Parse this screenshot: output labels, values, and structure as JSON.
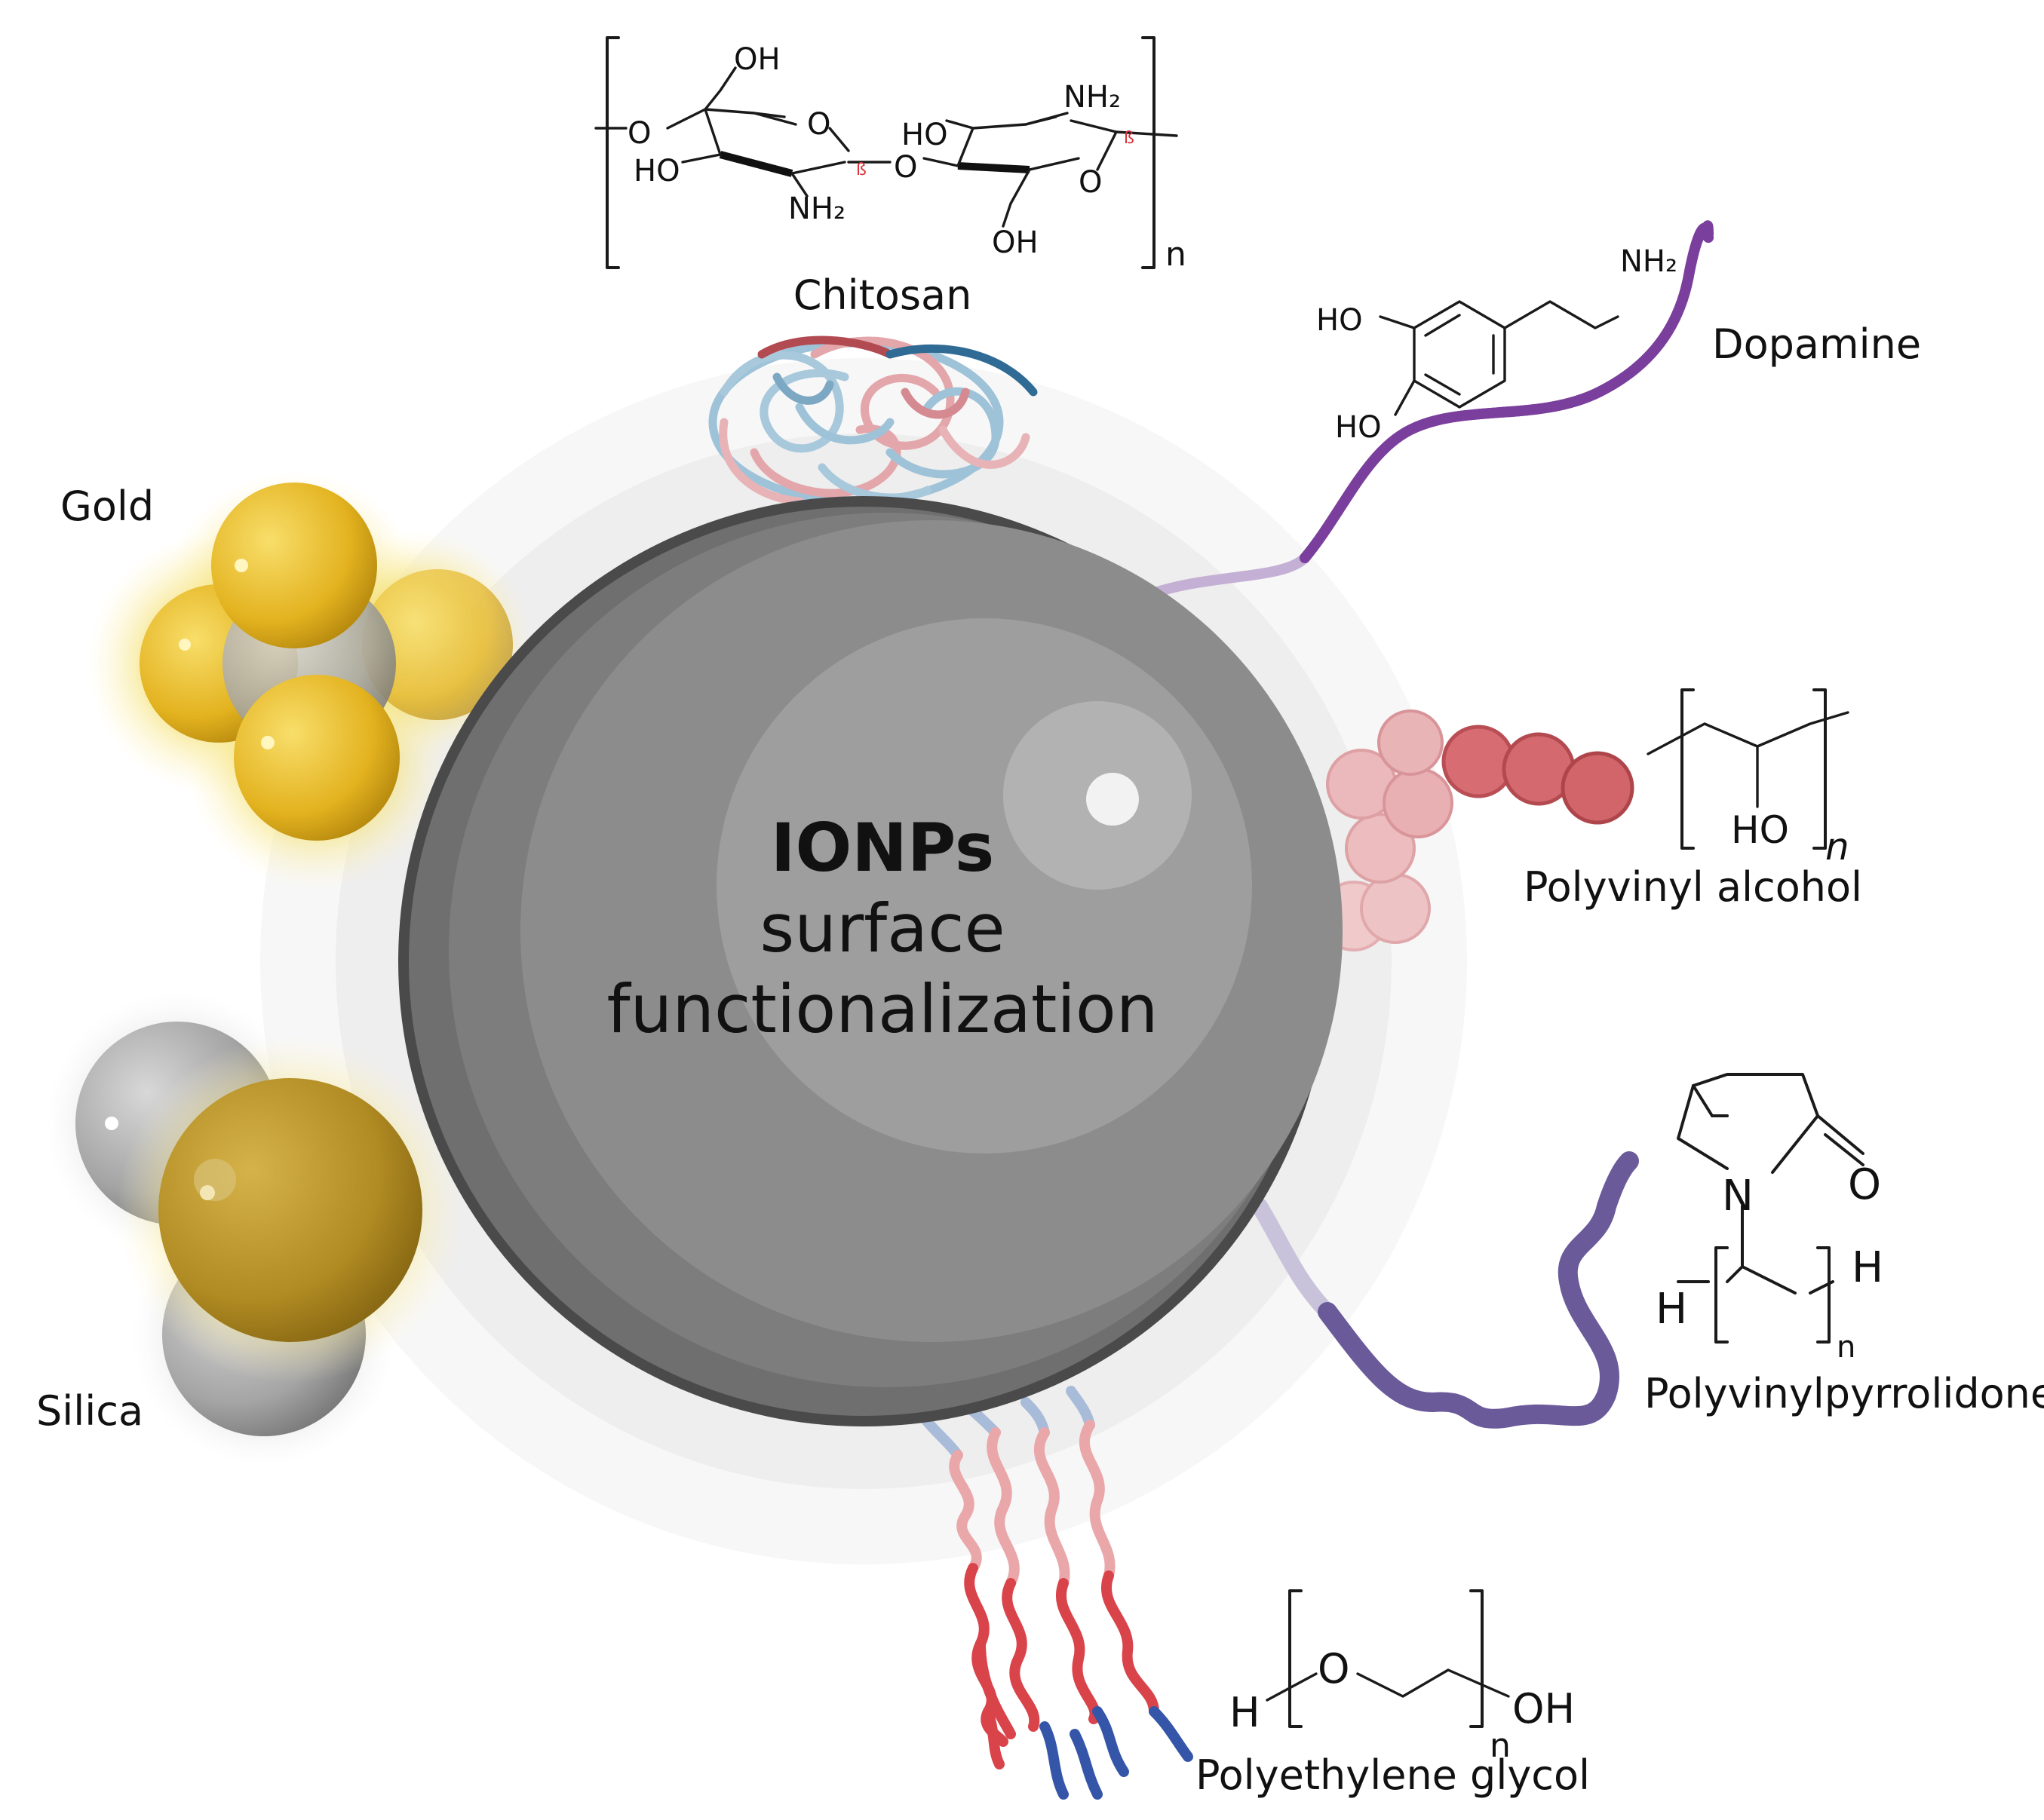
{
  "core": {
    "title": "IONPs",
    "line2": "surface",
    "line3": "functionalization"
  },
  "labels": {
    "chitosan": "Chitosan",
    "dopamine": "Dopamine",
    "gold": "Gold",
    "silica": "Silica",
    "pva": "Polyvinyl alcohol",
    "pvp": "Polyvinylpyrrolidone",
    "peg": "Polyethylene glycol"
  },
  "chitosan_chem": {
    "oh_top": "OH",
    "ring_o1": "O",
    "ring_o2": "O",
    "link_o": "O",
    "left_o": "O",
    "ho_left": "HO",
    "ho_mid": "HO",
    "nh2_bottom": "NH₂",
    "nh2_top": "NH₂",
    "oh_bottom": "OH",
    "beta1": "ß",
    "beta2": "ß",
    "repeat": "n"
  },
  "dopamine_chem": {
    "ho1": "HO",
    "ho2": "HO",
    "nh2": "NH₂"
  },
  "pva_chem": {
    "ho": "HO",
    "repeat": "n"
  },
  "pvp_chem": {
    "n_atom": "N",
    "o_atom": "O",
    "h_left": "H",
    "h_right": "H",
    "repeat": "n"
  },
  "peg_chem": {
    "h": "H",
    "o": "O",
    "oh": "OH",
    "repeat": "n"
  },
  "colors": {
    "core": "#8c8c8c",
    "gold": "#e8b825",
    "silica": "#a9a9a9",
    "dopamine": "#7a3f9c",
    "pva": "#c9585c",
    "pvp": "#6b5a9a",
    "peg_red": "#d9434a",
    "peg_blue": "#3556a8"
  }
}
